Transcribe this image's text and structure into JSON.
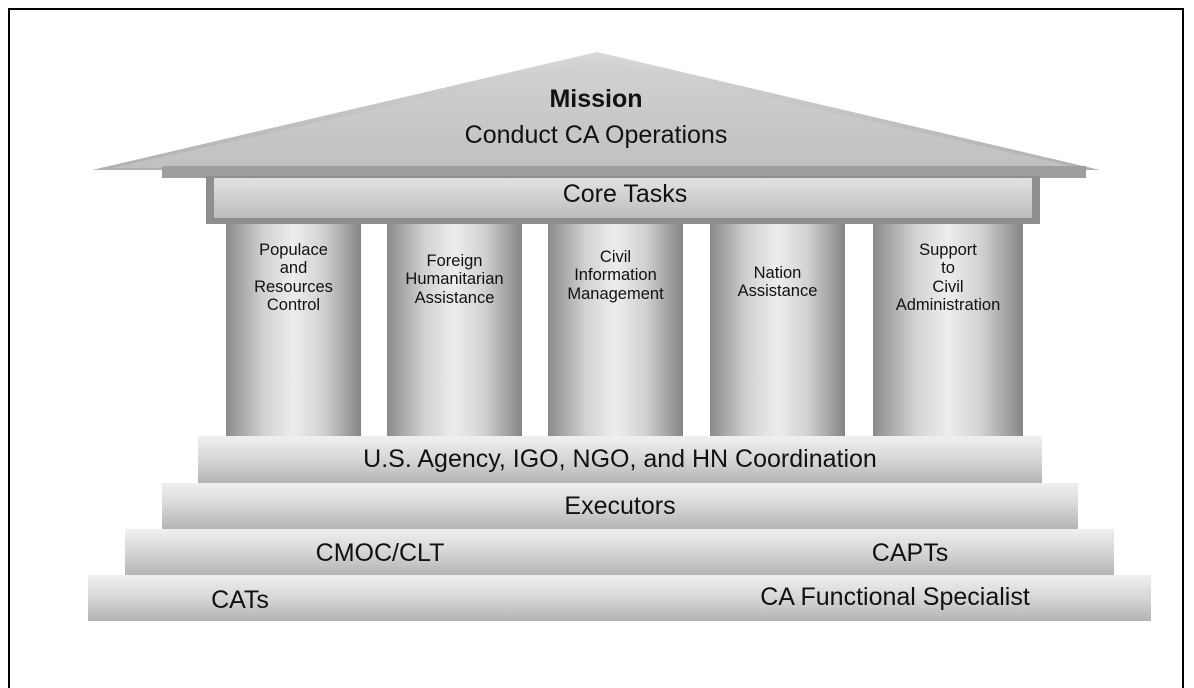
{
  "roof": {
    "title": "Mission",
    "subtitle": "Conduct CA Operations"
  },
  "core_tasks": "Core Tasks",
  "pillars": [
    [
      "Populace",
      "and",
      "Resources",
      "Control"
    ],
    [
      "Foreign",
      "Humanitarian",
      "Assistance"
    ],
    [
      "Civil",
      "Information",
      "Management"
    ],
    [
      "Nation",
      "Assistance"
    ],
    [
      "Support",
      "to",
      "Civil",
      "Administration"
    ]
  ],
  "steps": {
    "coordination": "U.S. Agency, IGO, NGO, and HN Coordination",
    "executors": "Executors",
    "cmoc_clt": "CMOC/CLT",
    "capts": "CAPTs",
    "cats": "CATs",
    "ca_functional_specialist": "CA Functional Specialist"
  }
}
